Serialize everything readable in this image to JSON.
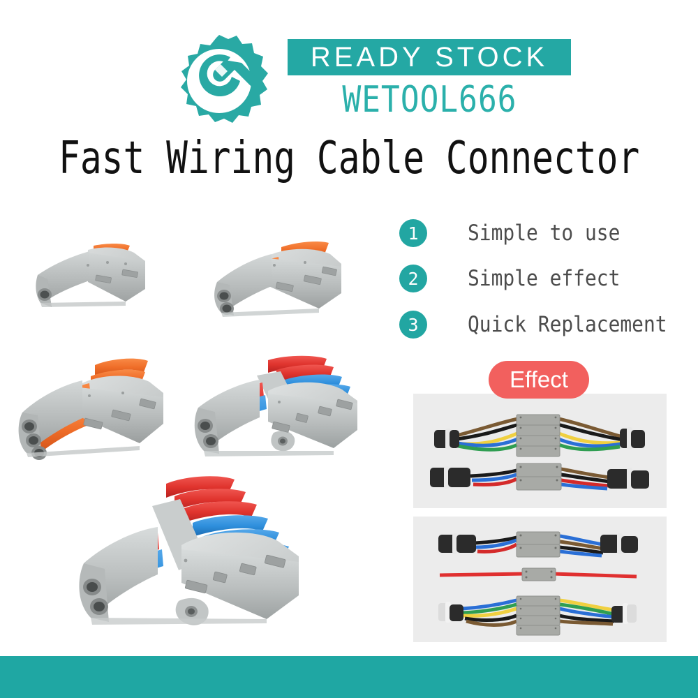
{
  "header": {
    "logo_icon": "gear-wrench-icon",
    "ready_stock_label": "READY STOCK",
    "brand_name": "WETOOL666",
    "banner_color": "#24a8a4",
    "brand_color": "#2bb0ab"
  },
  "title": {
    "text": "Fast Wiring Cable Connector",
    "color": "#111111"
  },
  "features": {
    "accent_color": "#22a6a2",
    "items": [
      {
        "number": "1",
        "label": "Simple to use"
      },
      {
        "number": "2",
        "label": "Simple effect"
      },
      {
        "number": "3",
        "label": "Quick Replacement"
      }
    ]
  },
  "effect": {
    "badge_label": "Effect",
    "badge_color": "#f2605e",
    "panel_background": "#ececec",
    "panels": [
      {
        "name": "effect-photo-top",
        "photos": [
          {
            "name": "wire-harness-4-way",
            "connector_blocks": 4,
            "wire_colors": [
              "#7a5a33",
              "#1a1a1a",
              "#f0d040",
              "#2a6fd6",
              "#2f9e52"
            ]
          },
          {
            "name": "wire-harness-2-way",
            "connector_blocks": 2,
            "wire_colors": [
              "#1a1a1a",
              "#2a6fd6",
              "#d42a2a",
              "#7a5a33"
            ]
          }
        ]
      },
      {
        "name": "effect-photo-bottom",
        "photos": [
          {
            "name": "wire-harness-2-way-b",
            "connector_blocks": 2,
            "wire_colors": [
              "#1a1a1a",
              "#2a6fd6",
              "#d42a2a",
              "#7a5a33"
            ]
          },
          {
            "name": "wire-harness-single-red",
            "connector_blocks": 1,
            "wire_colors": [
              "#e03030"
            ]
          },
          {
            "name": "wire-harness-4-way-b",
            "connector_blocks": 4,
            "wire_colors": [
              "#2a6fd6",
              "#f0d040",
              "#2f9e52",
              "#1a1a1a",
              "#7a5a33"
            ]
          }
        ]
      }
    ]
  },
  "products": {
    "body_color": "#b8bcbd",
    "lever_orange": "#ef6d28",
    "lever_red": "#e0342e",
    "lever_blue": "#2e8fdc",
    "items": [
      {
        "name": "connector-1in-1out",
        "lever_count": 2,
        "port_count": 1,
        "lever_color": "orange",
        "ports": 1
      },
      {
        "name": "connector-2in-2out",
        "lever_count": 4,
        "port_count": 2,
        "lever_color": "orange",
        "ports": 2
      },
      {
        "name": "connector-3in-3out",
        "lever_count": 6,
        "port_count": 3,
        "lever_color": "orange",
        "ports": 3
      },
      {
        "name": "splitter-2in-4out",
        "lever_count": 6,
        "port_count": 2,
        "lever_color": "red-blue",
        "ports": 2
      },
      {
        "name": "splitter-2in-6out",
        "lever_count": 8,
        "port_count": 2,
        "lever_color": "red-blue",
        "ports": 2
      }
    ]
  },
  "footer": {
    "bar_color": "#1fa7a3"
  }
}
